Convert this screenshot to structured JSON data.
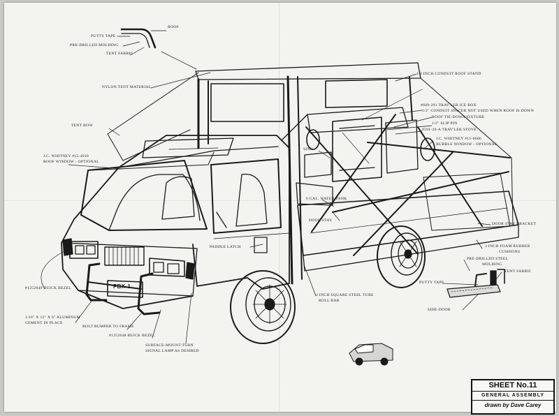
{
  "labels": {
    "roof": "ROOF",
    "putty_tape_top": "PUTTY TAPE",
    "pre_drilled_molding_top": "PRE-DRILLED MOLDING",
    "tent_fabric_top": "TENT FABRIC",
    "nylon_tent": "NYLON TENT MATERIAL",
    "tent_bow": "TENT BOW",
    "jc_whitney_roof_1": "J.C. WHITNEY #15-4910",
    "jc_whitney_roof_2": "ROOF WINDOW - OPTIONAL",
    "conduit_roof_stand": "1/2 INCH CONDUIT ROOF STAND",
    "ice_box": "#609-291 TRAV'LER ICE BOX",
    "spacer": "1/2\" CONDUIT SPACER NOT USED WHEN ROOF IS DOWN",
    "roof_tiedown": "ROOF TIE-DOWN FIXTURE",
    "slip_pin": "1/2\" SLIP PIN",
    "stove": "#591-20-A TRAV'LER STOVE",
    "jc_bubble_1": "J.C. WHITNEY #15-0606",
    "jc_bubble_2": "BUBBLE WINDOW - OPTIONAL",
    "sink": "SINK",
    "water_tank": "6 GAL. WATER TANK",
    "door_stay": "DOOR STAY",
    "door_stay_bracket": "DOOR STAY BRACKET",
    "foam_cushions_1": "3 INCH FOAM RUBBER",
    "foam_cushions_2": "CUSHIONS",
    "pre_drilled_steel_1": "PRE-DRILLED STEEL",
    "pre_drilled_steel_2": "MOLDING",
    "tent_fabric_side": "TENT FABRIC",
    "putty_tape_side": "PUTTY TAPE",
    "side_door": "SIDE-DOOR",
    "paddle_latch": "PADDLE LATCH",
    "roll_bar_1": "2 INCH SQUARE STEEL TUBE",
    "roll_bar_2": "ROLL BAR",
    "buick_bezel_left": "#1252649 BUICK BEZEL",
    "aluminum_1": "1/16\" X 12\" X 6\" ALUMINUM",
    "aluminum_2": "CEMENT IN PLACE",
    "bolt_bumper": "BOLT BUMPER TO FRAME",
    "buick_bezel_right": "#1252648 BUICK BEZEL",
    "signal_1": "SURFACE-MOUNT TURN",
    "signal_2": "SIGNAL LAMP AS DESIRED",
    "plate": "PBX-1"
  },
  "title_block": {
    "sheet": "SHEET No.11",
    "subtitle": "GENERAL ASSEMBLY",
    "credit": "drawn by Dave Carey"
  },
  "colors": {
    "paper": "#f3f3f0",
    "ink": "#1a1a1a",
    "background": "#c9c9c5"
  }
}
